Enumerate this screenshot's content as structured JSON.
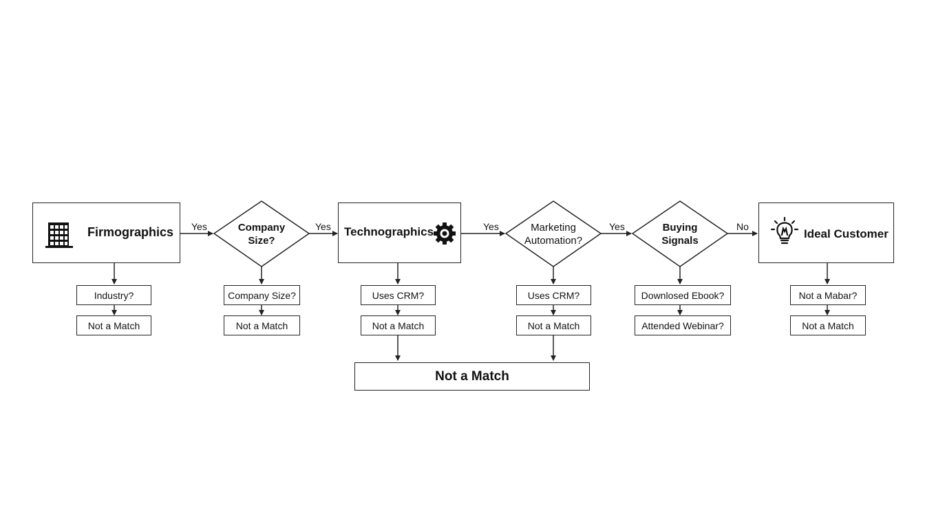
{
  "nodes": {
    "firmographics": "Firmographics",
    "company_size_decision": "Company\nSize?",
    "technographics": "Technographics",
    "marketing_automation_decision": "Marketing\nAutomation?",
    "buying_signals_decision": "Buying\nSignals",
    "ideal_customer": "Ideal Customer"
  },
  "edges": {
    "e1": "Yes",
    "e2": "Yes",
    "e3": "Yes",
    "e4": "Yes",
    "e5": "No"
  },
  "sub": {
    "col1_q": "Industry?",
    "col1_r": "Not a Match",
    "col2_q": "Company Size?",
    "col2_r": "Not a Match",
    "col3_q": "Uses CRM?",
    "col3_r": "Not a Match",
    "col4_q": "Uses CRM?",
    "col4_r": "Not a Match",
    "col5_q": "Downlosed Ebook?",
    "col5_r": "Attended Webinar?",
    "col6_q": "Not a Mabar?",
    "col6_r": "Not a Match"
  },
  "final": "Not a Match",
  "icons": {
    "firmographics": "building-icon",
    "technographics": "gear-icon",
    "ideal_customer": "lightbulb-icon"
  }
}
